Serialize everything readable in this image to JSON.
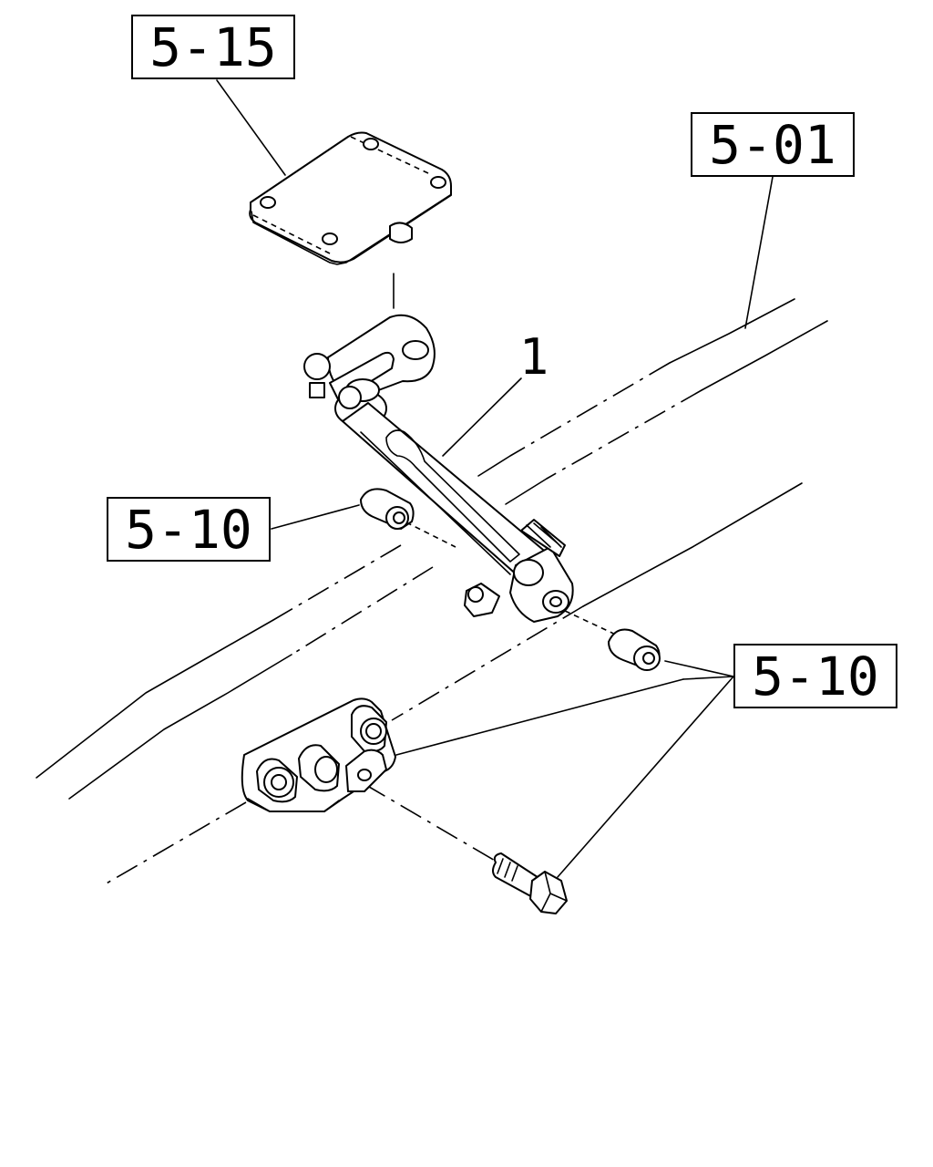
{
  "callouts": {
    "top_ref": "5-15",
    "right_ref": "5-01",
    "left_ref": "5-10",
    "right_lower_ref": "5-10",
    "item_number": "1"
  }
}
